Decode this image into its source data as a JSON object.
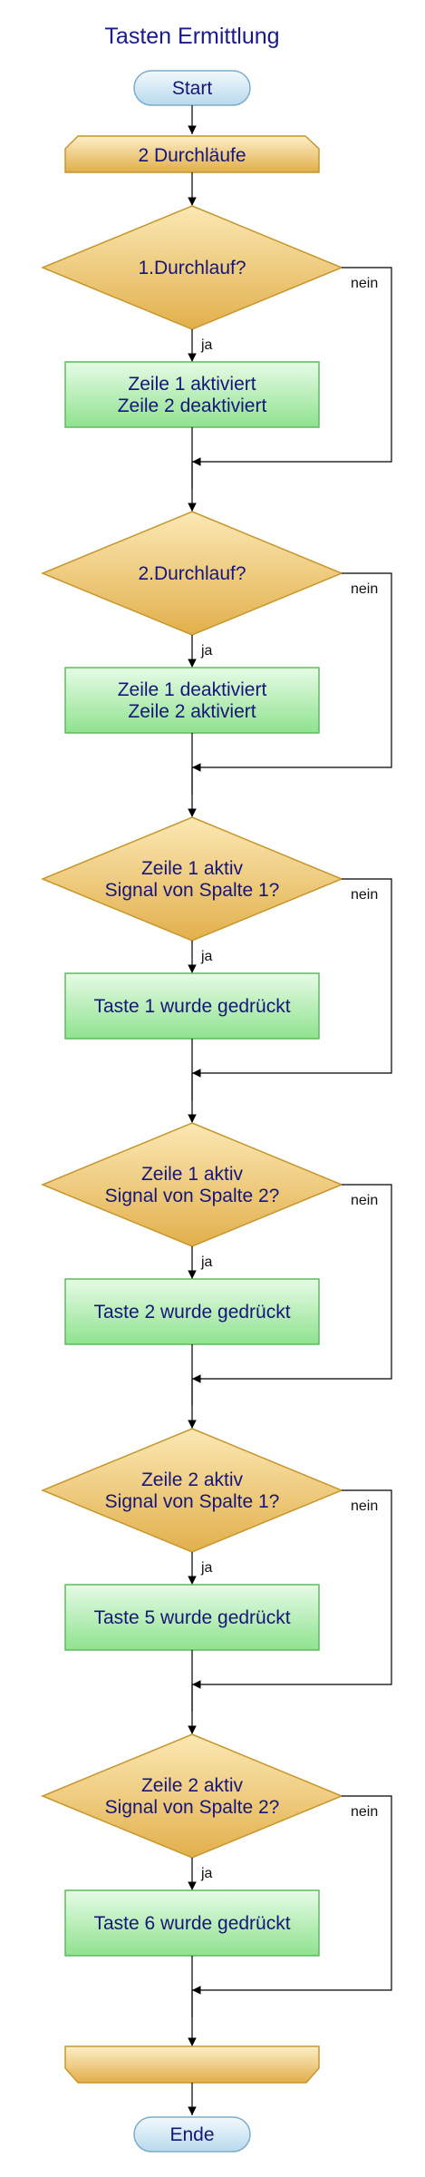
{
  "title": "Tasten Ermittlung",
  "start_label": "Start",
  "end_label": "Ende",
  "loop_start_label": "2 Durchläufe",
  "loop_end_label": "",
  "yes_label": "ja",
  "no_label": "nein",
  "steps": [
    {
      "decision": [
        "1.Durchlauf?"
      ],
      "action": [
        "Zeile 1 aktiviert",
        "Zeile 2 deaktiviert"
      ]
    },
    {
      "decision": [
        "2.Durchlauf?"
      ],
      "action": [
        "Zeile 1 deaktiviert",
        "Zeile 2 aktiviert"
      ]
    },
    {
      "decision": [
        "Zeile 1 aktiv",
        "Signal von Spalte 1?"
      ],
      "action": [
        "Taste 1 wurde gedrückt"
      ]
    },
    {
      "decision": [
        "Zeile 1 aktiv",
        "Signal von Spalte 2?"
      ],
      "action": [
        "Taste 2 wurde gedrückt"
      ]
    },
    {
      "decision": [
        "Zeile 2 aktiv",
        "Signal von Spalte 1?"
      ],
      "action": [
        "Taste 5 wurde gedrückt"
      ]
    },
    {
      "decision": [
        "Zeile 2 aktiv",
        "Signal von Spalte 2?"
      ],
      "action": [
        "Taste 6 wurde gedrückt"
      ]
    }
  ],
  "colors": {
    "diamond_fill_light": "#fbe8b4",
    "diamond_fill_dark": "#e2b04c",
    "diamond_stroke": "#c7962c",
    "action_fill_light": "#e6fbe6",
    "action_fill_dark": "#8fe28f",
    "action_stroke": "#5dbb5d",
    "terminal_fill_light": "#f2f9fd",
    "terminal_fill_dark": "#b8d9ec",
    "terminal_stroke": "#7eaccb",
    "text": "#16167a",
    "title_text": "#1a1a8c"
  }
}
